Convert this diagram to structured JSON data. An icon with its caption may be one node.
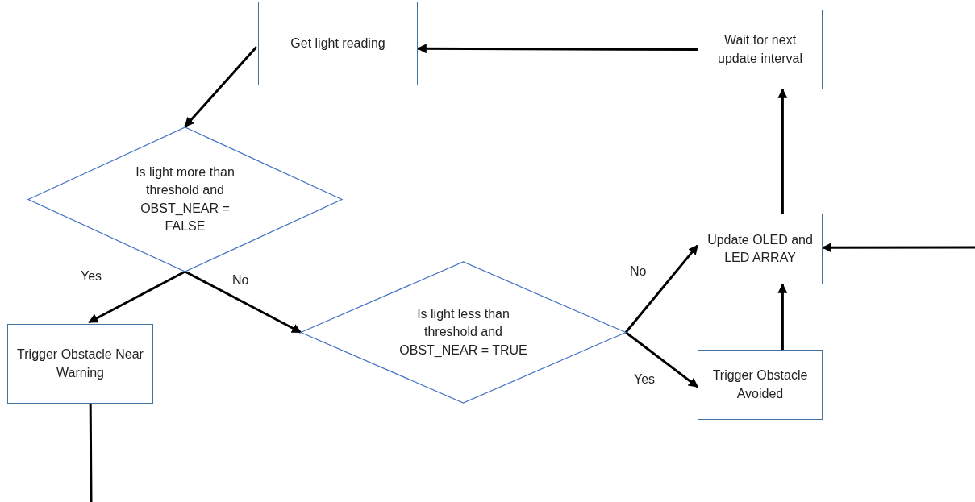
{
  "diagram": {
    "nodes": [
      {
        "text": [
          "Get light reading"
        ]
      },
      {
        "text": [
          "Wait for next update interval"
        ]
      },
      {
        "text": [
          "Is light more than threshold and OBST_NEAR = FALSE"
        ]
      },
      {
        "text": [
          "Trigger Obstacle Near Warning"
        ]
      },
      {
        "text": [
          "Is light less than threshold and OBST_NEAR = TRUE"
        ]
      },
      {
        "text": [
          "Update OLED and LED ARRAY"
        ]
      },
      {
        "text": [
          "Trigger Obstacle Avoided"
        ]
      }
    ],
    "edges": [
      {
        "from": 1,
        "to": 0,
        "arrow": "to"
      },
      {
        "from": 0,
        "to": 2,
        "arrow": "to"
      },
      {
        "from": 2,
        "to": 3,
        "arrow": "to",
        "label": "Yes"
      },
      {
        "from": 2,
        "to": 4,
        "arrow": "to",
        "label": "No"
      },
      {
        "from": 4,
        "to": 5,
        "arrow": "to",
        "label": "No"
      },
      {
        "from": 4,
        "to": 6,
        "arrow": "to",
        "label": "Yes"
      },
      {
        "from": 6,
        "to": 5,
        "arrow": "to"
      },
      {
        "from": 5,
        "to": 1,
        "arrow": "to"
      },
      {
        "from": null,
        "to": 5,
        "arrow": "to"
      },
      {
        "from": 3,
        "to": null,
        "arrow": "none"
      }
    ]
  }
}
